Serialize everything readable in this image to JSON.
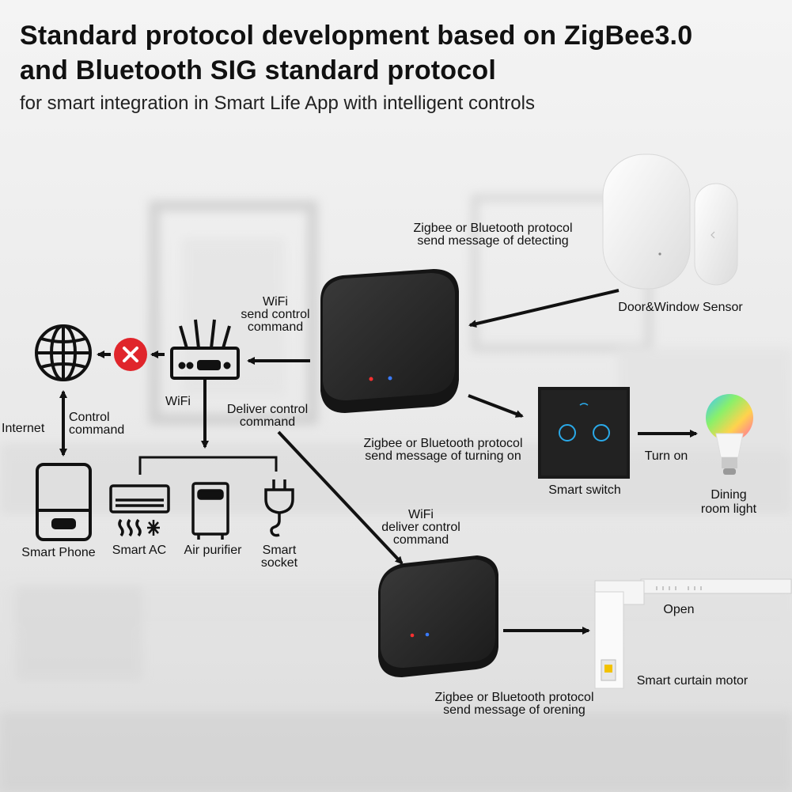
{
  "header": {
    "title_line1": "Standard protocol development based on ZigBee3.0",
    "title_line2": "and Bluetooth SIG standard protocol",
    "subtitle": "for smart integration in Smart Life App with intelligent controls"
  },
  "labels": {
    "detecting": [
      "Zigbee or Bluetooth protocol",
      "send message of detecting"
    ],
    "door_sensor": "Door&Window Sensor",
    "wifi_send": [
      "WiFi",
      "send control",
      "command"
    ],
    "wifi_router": "WiFi",
    "deliver_control": [
      "Deliver control",
      "command"
    ],
    "internet": "Internet",
    "control_command": [
      "Control",
      "command"
    ],
    "turning_on": [
      "Zigbee or Bluetooth protocol",
      "send message of turning on"
    ],
    "turn_on": "Turn on",
    "smart_switch": "Smart switch",
    "dining_light": [
      "Dining",
      "room light"
    ],
    "smart_phone": "Smart Phone",
    "smart_ac": "Smart AC",
    "air_purifier": "Air purifier",
    "smart_socket": [
      "Smart",
      "socket"
    ],
    "wifi_deliver": [
      "WiFi",
      "deliver control",
      "command"
    ],
    "open": "Open",
    "curtain_motor": "Smart curtain motor",
    "orening": [
      "Zigbee or Bluetooth protocol",
      "send message of orening"
    ]
  },
  "icons": {
    "globe": "globe-icon",
    "blocked": "x-circle-icon",
    "router": "router-icon",
    "phone": "smartphone-icon",
    "ac": "air-conditioner-icon",
    "purifier": "air-purifier-icon",
    "socket": "plug-icon"
  },
  "colors": {
    "hub": "#1e1e1e",
    "blocked": "#e0252b",
    "switch_ring": "#2aa9e8",
    "text": "#111111"
  }
}
